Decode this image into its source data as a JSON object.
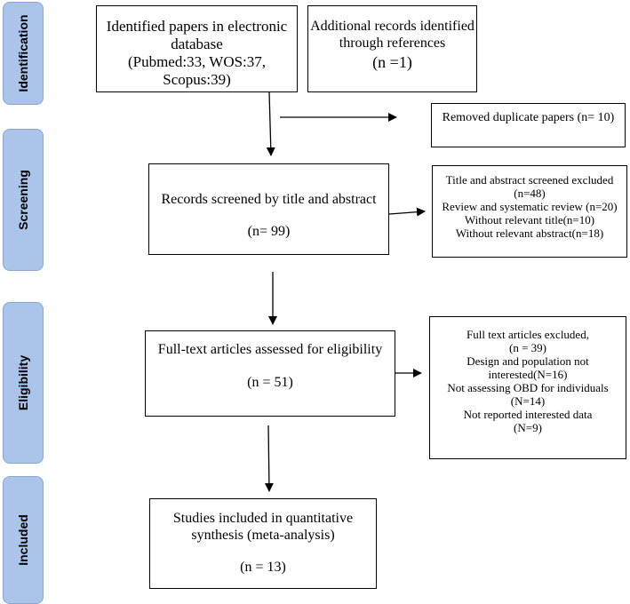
{
  "stages": {
    "identification": "Identification",
    "screening": "Screening",
    "eligibility": "Eligibility",
    "included": "Included"
  },
  "boxes": {
    "identified": {
      "line1": "Identified papers in electronic",
      "line2": "database",
      "line3": "(Pubmed:33, WOS:37,",
      "line4": "Scopus:39)"
    },
    "additional": {
      "line1": "Additional records identified",
      "line2": "through references",
      "line3": "(n =1)"
    },
    "duplicates": {
      "line1": "Removed duplicate papers (n= 10)"
    },
    "screened": {
      "line1": "Records screened by title and abstract",
      "line2": "(n= 99)"
    },
    "screen_excluded": {
      "line1": "Title and abstract screened excluded",
      "line2": "(n=48)",
      "line3": "Review and systematic review (n=20)",
      "line4": "Without relevant title(n=10)",
      "line5": "Without relevant abstract(n=18)"
    },
    "fulltext": {
      "line1": "Full-text articles assessed for eligibility",
      "line2": "(n = 51)"
    },
    "fulltext_excluded": {
      "line1": "Full text articles excluded,",
      "line2": "(n = 39)",
      "line3": "Design and population not",
      "line4": "interested(N=16)",
      "line5": "Not assessing OBD for individuals",
      "line6": "(N=14)",
      "line7": "Not reported interested data",
      "line8": "(N=9)"
    },
    "included": {
      "line1": "Studies included in quantitative",
      "line2": "synthesis (meta-analysis)",
      "line3": "(n = 13)"
    }
  }
}
